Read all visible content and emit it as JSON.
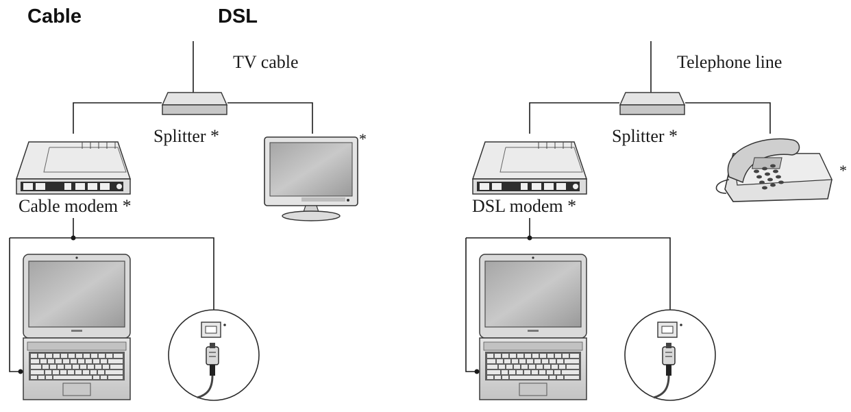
{
  "headings": {
    "cable": "Cable",
    "dsl": "DSL"
  },
  "cable_diagram": {
    "source_label": "TV cable",
    "splitter_label": "Splitter *",
    "modem_label": "Cable modem *",
    "device_star": "*",
    "port_star": "*"
  },
  "dsl_diagram": {
    "source_label": "Telephone line",
    "splitter_label": "Splitter *",
    "modem_label": "DSL modem *",
    "device_star": "*",
    "port_star": "*"
  },
  "icons": [
    "splitter-icon",
    "modem-icon",
    "monitor-icon",
    "telephone-icon",
    "laptop-icon",
    "ethernet-port-icon",
    "ethernet-cable-icon"
  ]
}
